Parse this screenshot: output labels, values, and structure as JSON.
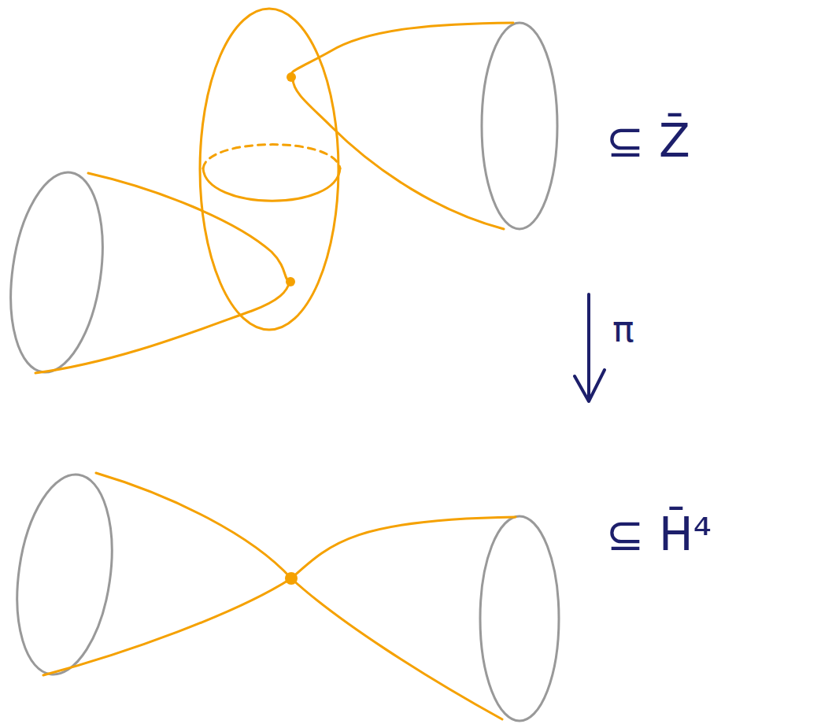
{
  "diagram": {
    "labels": [
      "⊆ Z̄",
      "π",
      "⊆ H̄⁴"
    ]
  }
}
